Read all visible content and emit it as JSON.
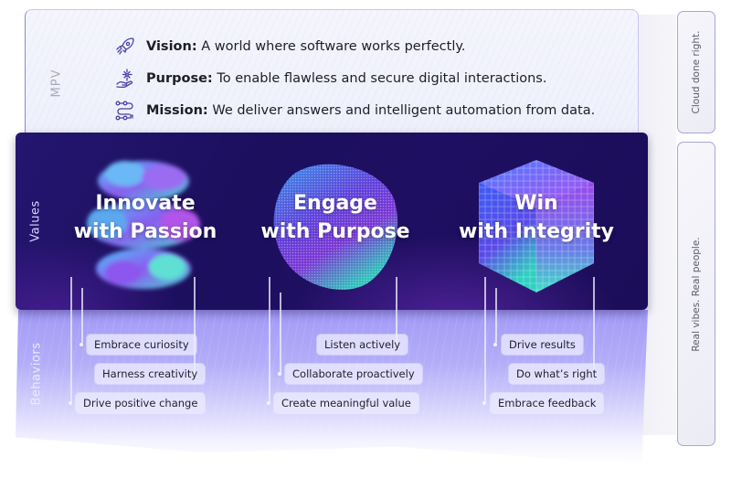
{
  "mpv": {
    "label": "MPV",
    "rows": [
      {
        "icon": "rocket-icon",
        "title": "Vision:",
        "text": " A world where software works perfectly."
      },
      {
        "icon": "hand-sparkle-icon",
        "title": "Purpose:",
        "text": " To enable flawless and secure digital interactions."
      },
      {
        "icon": "path-flow-icon",
        "title": "Mission:",
        "text": " We deliver answers and intelligent automation from data."
      }
    ]
  },
  "values": {
    "label": "Values",
    "items": [
      {
        "line1": "Innovate",
        "line2": "with Passion",
        "art": "cloud-sphere-graphic"
      },
      {
        "line1": "Engage",
        "line2": "with Purpose",
        "art": "particle-blob-graphic"
      },
      {
        "line1": "Win",
        "line2": "with Integrity",
        "art": "voxel-cube-graphic"
      }
    ]
  },
  "behaviors": {
    "label": "Behaviors",
    "groups": [
      [
        "Embrace curiosity",
        "Harness creativity",
        "Drive positive change"
      ],
      [
        "Listen actively",
        "Collaborate proactively",
        "Create meaningful value"
      ],
      [
        "Drive results",
        "Do what’s right",
        "Embrace feedback"
      ]
    ]
  },
  "taglines": {
    "top": "Cloud done right.",
    "bottom": "Real vibes. Real people."
  },
  "colors": {
    "panel_dark": "#1c0f5e",
    "behaviors_purple": "#a29af6",
    "accent_border": "#a9a4de",
    "icon_purple": "#4a3fa8"
  }
}
